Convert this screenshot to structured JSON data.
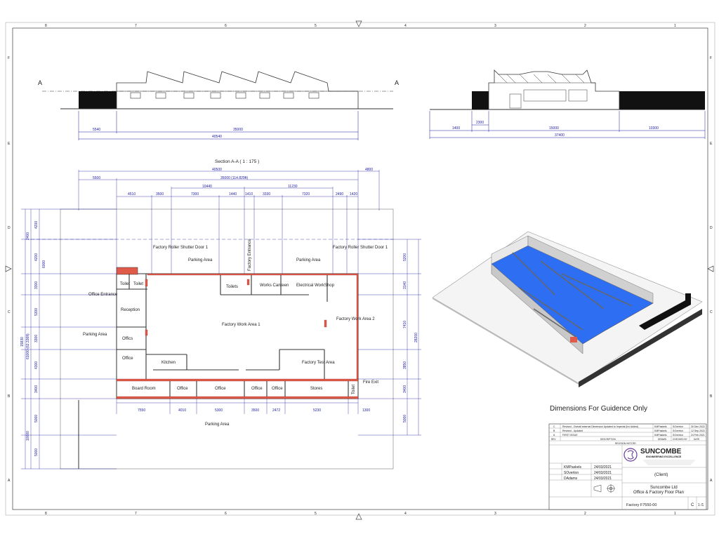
{
  "sheet": {
    "grid_cols": [
      "8",
      "7",
      "6",
      "5",
      "4",
      "3",
      "2",
      "1"
    ],
    "grid_rows": [
      "F",
      "E",
      "D",
      "C",
      "B",
      "A"
    ]
  },
  "section_view": {
    "marker_left": "A",
    "marker_right": "A",
    "dims": [
      "5540",
      "35000",
      "40540"
    ],
    "caption": "Section A-A ( 1 : 175 )"
  },
  "side_view": {
    "dims": [
      "2300",
      "1400",
      "15000",
      "10300",
      "37400"
    ]
  },
  "plan": {
    "top_dims": [
      "40500",
      "4800",
      "5500",
      "35000 (114.829ft)",
      "10440",
      "11230",
      "4510",
      "3500",
      "7300",
      "1440",
      "1410",
      "3330",
      "7320",
      "2490",
      "1420"
    ],
    "bottom_dims": [
      "7550",
      "4010",
      "5300",
      "3500",
      "2472",
      "5230",
      "1300"
    ],
    "left_dims": [
      "2400",
      "4200",
      "4200",
      "3300",
      "5300",
      "3300",
      "4300",
      "3400",
      "5000",
      "5000",
      "6000",
      "10000",
      "15830",
      "61000 (62.336ft)"
    ],
    "right_dims": [
      "5200",
      "3140",
      "7410",
      "28200",
      "3850",
      "3400",
      "5000"
    ],
    "rooms": {
      "work_area_1": "Factory Work Area 1",
      "work_area_2": "Factory Work Area 2",
      "electrical": "Electrical WorkShop",
      "canteen": "Works Canteen",
      "toilets": "Toilets",
      "toilet1": "Toilet",
      "toilet2": "Toilet",
      "reception": "Reception",
      "office_entrance": "Office Entrance",
      "offics": "Offics",
      "office_left": "Office",
      "kitchen": "Kitchen",
      "test_area": "Factory Test Area",
      "board_room": "Board Room",
      "office_b1": "Office",
      "office_b2": "Office",
      "office_b3": "Office",
      "office_b4": "Office",
      "stores": "Stores",
      "fire_exit": "Fire Exit",
      "toilet_fe": "Toilet",
      "factory_entrance": "Factory Entrance",
      "roller_door_1": "Factory Roller Shutter Door 1",
      "roller_door_2": "Factory Roller Shutter Door 1",
      "parking_top_left": "Parking Area",
      "parking_top_right": "Parking Area",
      "parking_left": "Parking Area",
      "parking_bottom": "Parking Area"
    }
  },
  "notice": "Dimensions For Guidence Only",
  "title_block": {
    "revisions": [
      {
        "rev": "C",
        "desc": "Revised - Overall external Dimension Updated to Imperial (Inc Added)",
        "by": "KMPaskels",
        "chk": "SOverton",
        "date": "30 Dec 2022"
      },
      {
        "rev": "B",
        "desc": "Revised - Updated",
        "by": "KMPaskels",
        "chk": "SOverton",
        "date": "12 Sep 2022"
      },
      {
        "rev": "A",
        "desc": "FIRST ISSUE",
        "by": "KMPaskels",
        "chk": "SOverton",
        "date": "24 Feb 2021"
      }
    ],
    "rev_head": [
      "REV",
      "DESCRIPTION",
      "DRAWN",
      "CHECKED BY",
      "DATE"
    ],
    "history_label": "REVISION HISTORY",
    "company": "SUNCOMBE",
    "company_sub": "ENGINEERING EXCELLENCE",
    "drawn_by": "KMPaskels",
    "drawn_date": "24/03/2021",
    "checked_by": "SOverton",
    "checked_date": "24/03/2021",
    "approved_by": "DAdams",
    "approved_date": "24/03/2021",
    "client": "(Client)",
    "title_line1": "Suncombe Ltd",
    "title_line2": "Office & Factory Floor Plan",
    "drawing_no": "Factory F7550-00",
    "rev": "C",
    "sheet": "1 /1"
  }
}
